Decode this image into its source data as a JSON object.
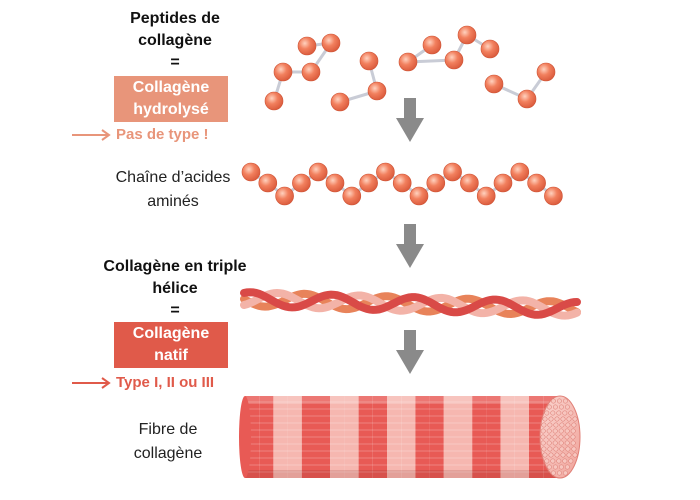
{
  "left_panel": {
    "peptides_title": "Peptides de collagène",
    "peptides_equals": "=",
    "hydrolyzed_box": "Collagène hydrolysé",
    "hydrolyzed_note": "Pas de type !",
    "chain_label": "Chaîne d’acides aminés",
    "helix_title": "Collagène en triple hélice",
    "helix_equals": "=",
    "native_box": "Collagène natif",
    "native_note": "Type I, II ou III",
    "fiber_label": "Fibre de collagène"
  },
  "colors": {
    "hydrolyzed_box": "#e8957a",
    "hydrolyzed_note": "#e8957a",
    "native_box": "#e05a4a",
    "native_note": "#e05a4a",
    "bead": "#ee7755",
    "bond": "#c9ccd6",
    "flow_arrow": "#8a8a8a",
    "helix_red": "#d94a47",
    "helix_pink": "#f3b3a8",
    "helix_orange": "#e8835a",
    "fiber_red": "#e85a55",
    "fiber_pink": "#f6b7b0"
  },
  "illustrations": {
    "peptides": "scattered-peptide-beads",
    "chain": "amino-acid-bead-chain",
    "helix": "triple-helix-rope",
    "fiber": "collagen-fiber-cylinder",
    "flow_arrows": "down-arrow-icon"
  }
}
